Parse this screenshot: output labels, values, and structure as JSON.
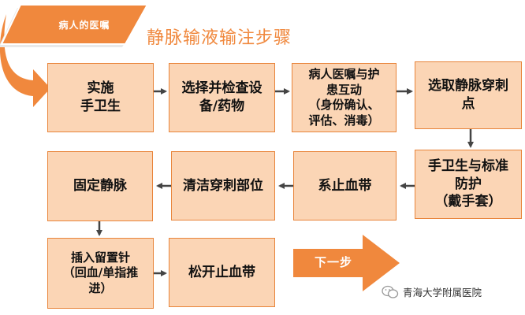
{
  "banner": {
    "label": "病人的医嘱"
  },
  "title": "静脉输液输注步骤",
  "steps": [
    {
      "id": "s1",
      "label": "实施\n手卫生"
    },
    {
      "id": "s2",
      "label": "选择并检查设\n备/药物"
    },
    {
      "id": "s3",
      "label": "病人医嘱与护\n患互动\n（身份确认、\n评估、消毒）"
    },
    {
      "id": "s4",
      "label": "选取静脉穿刺\n点"
    },
    {
      "id": "s5",
      "label": "手卫生与标准\n防护\n（戴手套）"
    },
    {
      "id": "s6",
      "label": "系止血带"
    },
    {
      "id": "s7",
      "label": "清洁穿刺部位"
    },
    {
      "id": "s8",
      "label": "固定静脉"
    },
    {
      "id": "s9",
      "label": "插入留置针\n（回血/单指推\n进）"
    },
    {
      "id": "s10",
      "label": "松开止血带"
    }
  ],
  "next_step": {
    "label": "下一步"
  },
  "watermark": {
    "text": "青海大学附属医院"
  },
  "colors": {
    "box_fill": "#fbd5b5",
    "box_border": "#e8843a",
    "accent": "#f0883d",
    "arrow": "#444444"
  }
}
